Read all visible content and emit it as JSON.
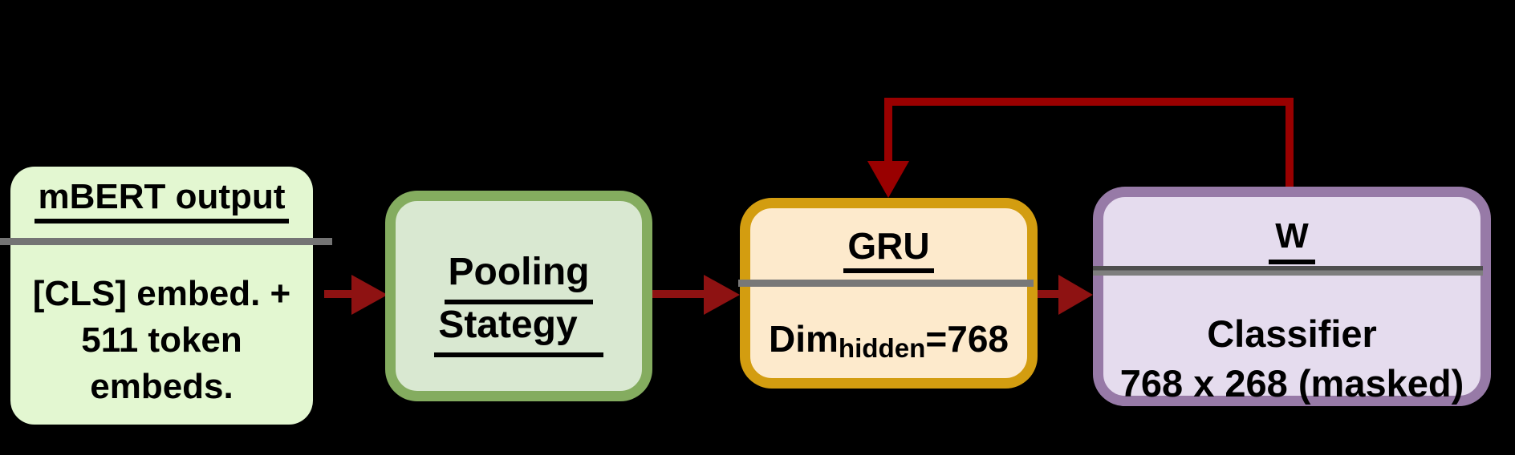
{
  "diagram": {
    "background_color": "#000000",
    "boxes": {
      "mbert": {
        "title": "mBERT output",
        "body_lines": [
          "[CLS] embed. +",
          "511 token",
          "embeds."
        ],
        "fill_color": "#e3f7d1"
      },
      "pooling": {
        "title_lines": [
          "Pooling",
          "Stategy"
        ],
        "fill_color": "#d9e8d1",
        "border_color": "#84ac5f"
      },
      "gru": {
        "title": "GRU",
        "dim_label": "Dim",
        "dim_subscript": "hidden",
        "dim_value": "=768",
        "fill_color": "#fdeacc",
        "border_color": "#d39d10"
      },
      "w": {
        "title": "W",
        "body_lines": [
          "Classifier",
          "768 x 268 (masked)"
        ],
        "fill_color": "#e5dcee",
        "border_color": "#977aa7"
      }
    },
    "colors": {
      "arrow": "#8e1212",
      "feedback_line": "#990000",
      "divider": "#747474"
    }
  }
}
